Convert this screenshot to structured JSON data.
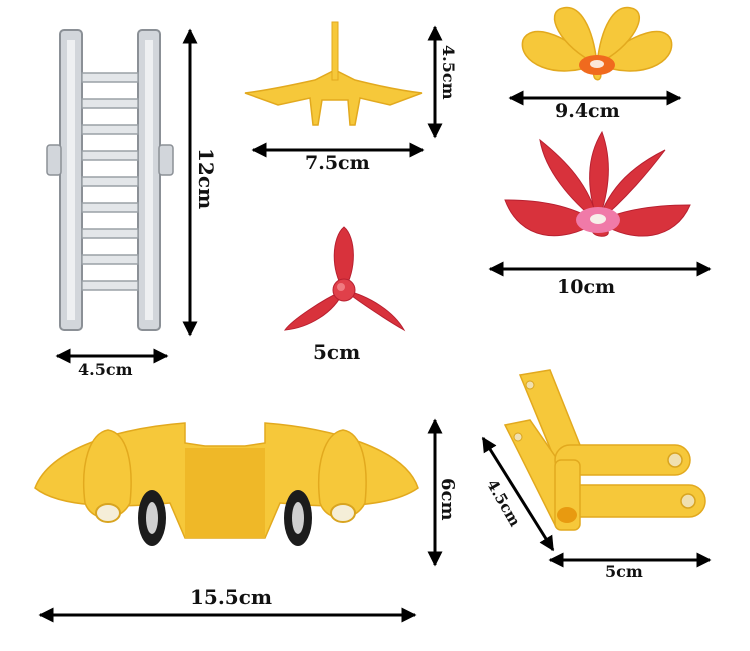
{
  "labels": {
    "ladder_height": "12cm",
    "ladder_width": "4.5cm",
    "fin_width": "7.5cm",
    "fin_height": "4.5cm",
    "yellow_flower": "9.4cm",
    "red_flower": "10cm",
    "propeller": "5cm",
    "wing": "15.5cm",
    "wing_height": "6cm",
    "arm_side": "4.5cm",
    "arm_width": "5cm"
  },
  "colors": {
    "yellow": "#f6c83a",
    "yellow_shade": "#e2a91e",
    "red": "#d8323c",
    "pink": "#f07aa8",
    "orange": "#f06a1e",
    "silver": "#c9cdd2",
    "arrow": "#000000"
  }
}
